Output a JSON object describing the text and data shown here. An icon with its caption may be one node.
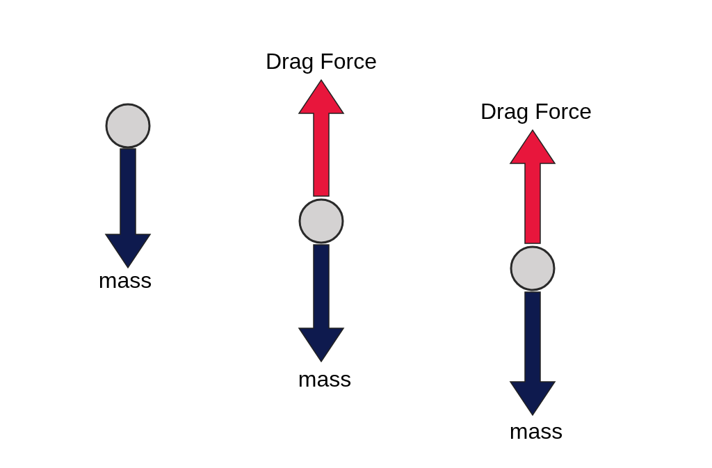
{
  "diagram": {
    "labels": [
      "mass",
      "Drag Force",
      "mass",
      "Drag Force",
      "mass"
    ]
  }
}
